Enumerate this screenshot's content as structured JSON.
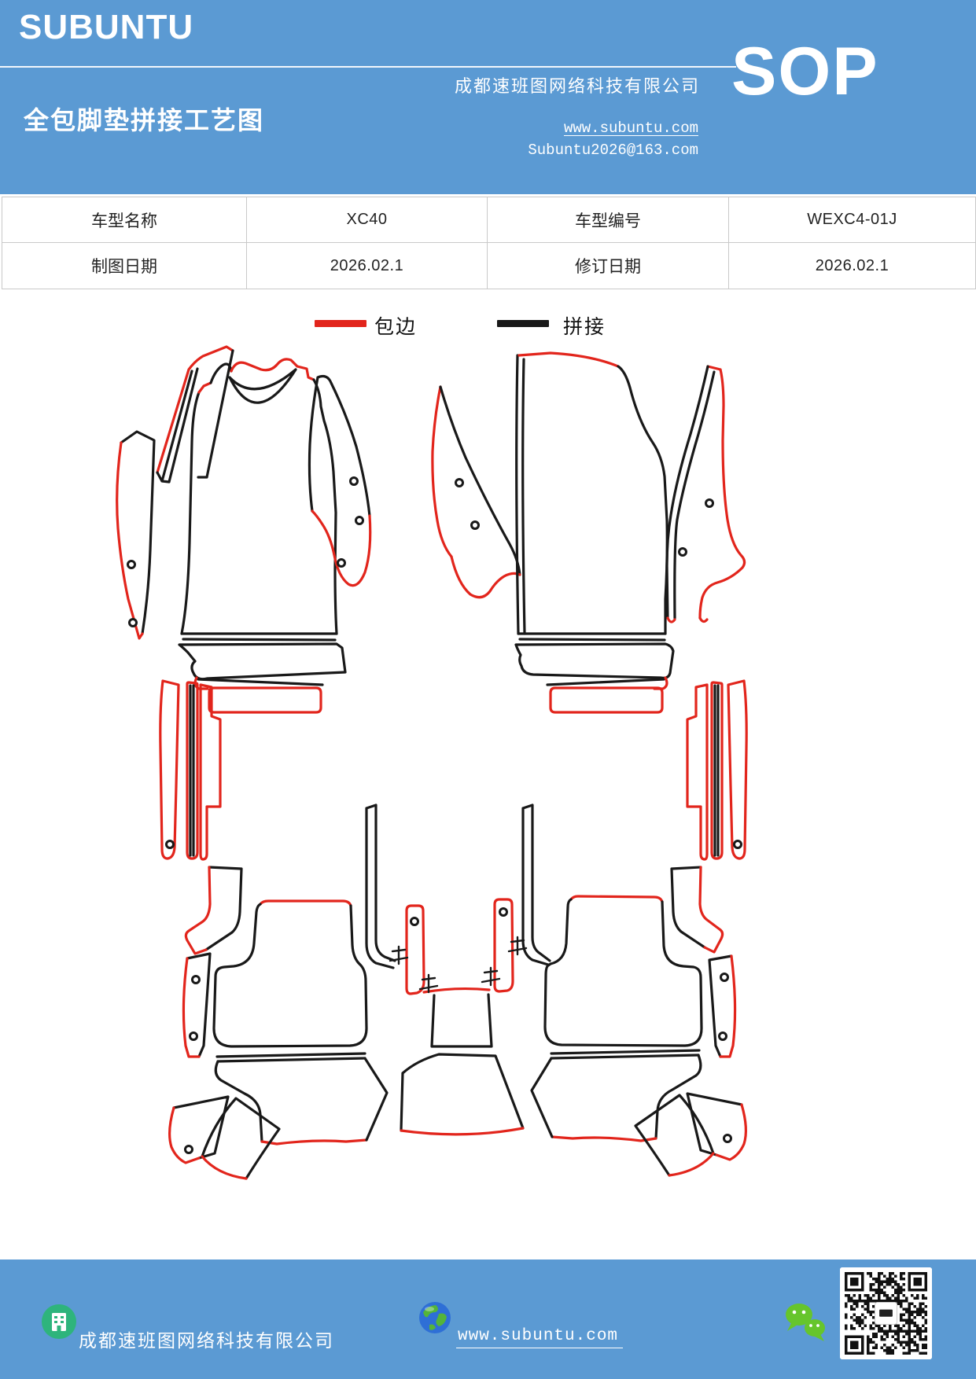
{
  "colors": {
    "header_blue": "#5b9ad3",
    "edge_red": "#e2251c",
    "ink": "#191919",
    "table_border": "#c9c9c9",
    "icon_green": "#2eb47c",
    "wechat_green": "#66c52c"
  },
  "header": {
    "brand": "SUBUNTU",
    "company": "成都速班图网络科技有限公司",
    "sop": "SOP",
    "title": "全包脚垫拼接工艺图",
    "website": "www.subuntu.com",
    "email": "Subuntu2026@163.com"
  },
  "info_table": {
    "rows": [
      [
        "车型名称",
        "XC40",
        "车型编号",
        "WEXC4-01J"
      ],
      [
        "制图日期",
        "2026.02.1",
        "修订日期",
        "2026.02.1"
      ]
    ]
  },
  "legend": {
    "edge_label": "包边",
    "stitch_label": "拼接"
  },
  "footer": {
    "company": "成都速班图网络科技有限公司",
    "website": "www.subuntu.com"
  }
}
